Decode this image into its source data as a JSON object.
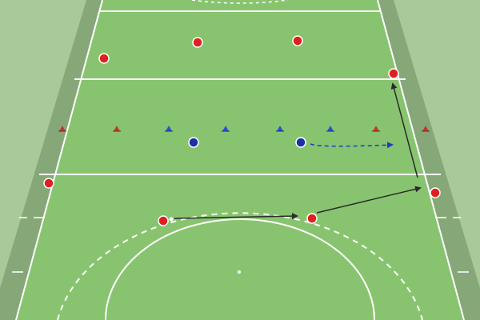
{
  "diagram": {
    "colors": {
      "background": "#a9c99a",
      "surround": "#95b886",
      "sideband": "#86a878",
      "pitch": "#88c46f",
      "lines": "#ffffff",
      "attacker": "#e0201f",
      "defender": "#1a2fa8",
      "marker_blue": "#2c4fd6",
      "marker_red": "#c0392b",
      "pass_arrow": "#2b2b2b",
      "run_arrow": "#1f3cc0"
    },
    "pitch_lines": [
      {
        "name": "upper-midfield-line"
      },
      {
        "name": "quarter-line"
      },
      {
        "name": "lower-midfield-line"
      }
    ],
    "players": [
      {
        "team": "attacker"
      },
      {
        "team": "attacker"
      },
      {
        "team": "attacker"
      },
      {
        "team": "attacker"
      },
      {
        "team": "attacker"
      },
      {
        "team": "attacker"
      },
      {
        "team": "attacker"
      },
      {
        "team": "attacker"
      },
      {
        "team": "defender"
      },
      {
        "team": "defender"
      }
    ],
    "cones": [
      {
        "color": "red"
      },
      {
        "color": "red"
      },
      {
        "color": "blue"
      },
      {
        "color": "blue"
      },
      {
        "color": "blue"
      },
      {
        "color": "blue"
      },
      {
        "color": "red"
      },
      {
        "color": "red"
      }
    ],
    "movements": [
      {
        "type": "pass"
      },
      {
        "type": "pass"
      },
      {
        "type": "pass"
      },
      {
        "type": "run"
      }
    ]
  }
}
